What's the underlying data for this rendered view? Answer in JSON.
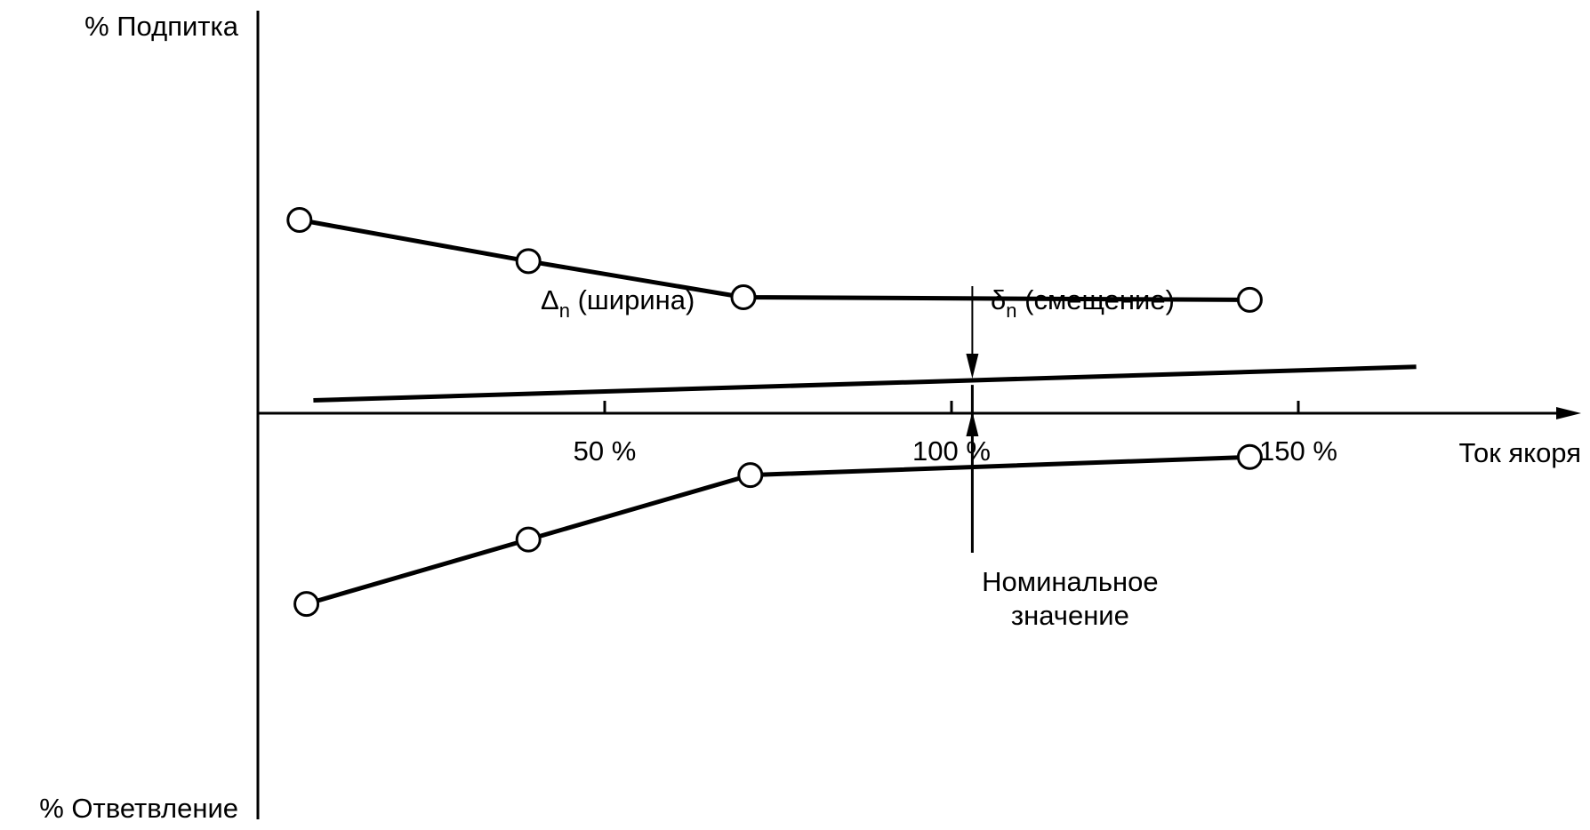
{
  "chart_data": {
    "type": "line",
    "y_top_label": "% Подпитка",
    "y_bottom_label": "% Ответвление",
    "xlabel": "Ток якоря",
    "x_ticks": [
      {
        "value": 50,
        "label": "50 %"
      },
      {
        "value": 100,
        "label": "100 %"
      },
      {
        "value": 150,
        "label": "150 %"
      }
    ],
    "xlim": [
      0,
      190
    ],
    "ylim": [
      -100,
      100
    ],
    "series": [
      {
        "key": "upper",
        "markers": true,
        "points": [
          [
            6,
            75
          ],
          [
            39,
            59
          ],
          [
            70,
            45
          ],
          [
            143,
            44
          ]
        ]
      },
      {
        "key": "lower",
        "markers": true,
        "points": [
          [
            7,
            -74
          ],
          [
            39,
            -49
          ],
          [
            71,
            -24
          ],
          [
            143,
            -17
          ]
        ]
      },
      {
        "key": "middle",
        "markers": false,
        "points": [
          [
            8,
            5
          ],
          [
            167,
            18
          ]
        ]
      }
    ],
    "nominal": {
      "x": 103,
      "label_line1": "Номинальное",
      "label_line2": "значение"
    },
    "annotations": {
      "width": {
        "symbol": "Δ",
        "subscript": "n",
        "text": " (ширина)"
      },
      "offset": {
        "symbol": "δ",
        "subscript": "n",
        "text": " (смещение)"
      }
    },
    "colors": {
      "line": "#000000",
      "marker_fill": "#ffffff",
      "background": "#ffffff"
    }
  }
}
